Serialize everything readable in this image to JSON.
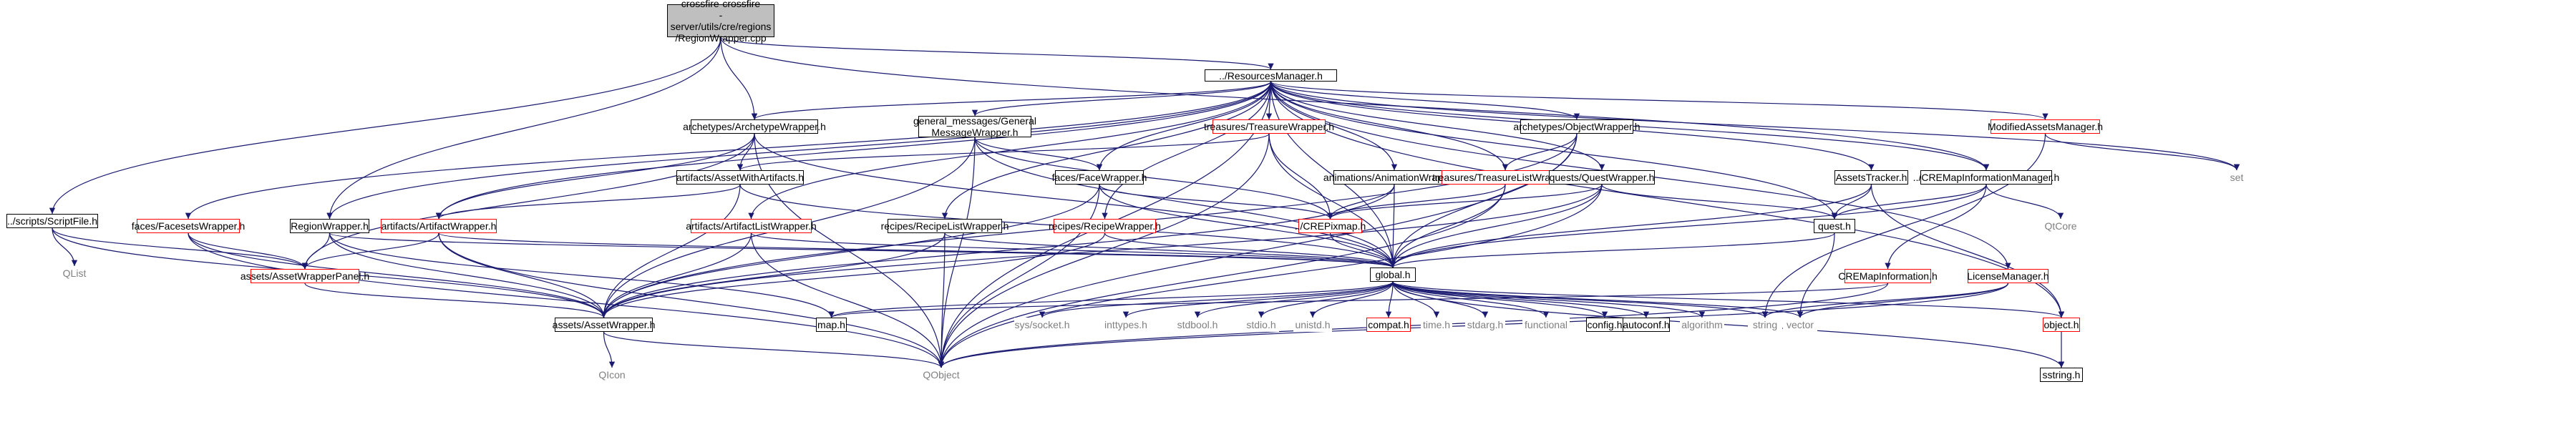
{
  "graph": {
    "title": "",
    "edge_color": "#191970",
    "nodes": [
      {
        "id": "root",
        "label": "crossfire-crossfire\n-server/utils/cre/regions\n/RegionWrapper.cpp",
        "style": "root"
      },
      {
        "id": "resmgr",
        "label": "../ResourcesManager.h",
        "style": "black"
      },
      {
        "id": "scriptfile",
        "label": "../scripts/ScriptFile.h",
        "style": "black"
      },
      {
        "id": "qlist",
        "label": "QList",
        "style": "grey"
      },
      {
        "id": "facesetsw",
        "label": "faces/FacesetsWrapper.h",
        "style": "red"
      },
      {
        "id": "archw",
        "label": "archetypes/ArchetypeWrapper.h",
        "style": "black"
      },
      {
        "id": "regionw",
        "label": "RegionWrapper.h",
        "style": "black"
      },
      {
        "id": "genmsg",
        "label": "general_messages/General\nMessageWrapper.h",
        "style": "black"
      },
      {
        "id": "assetwithart",
        "label": "artifacts/AssetWithArtifacts.h",
        "style": "black"
      },
      {
        "id": "artw",
        "label": "artifacts/ArtifactWrapper.h",
        "style": "red"
      },
      {
        "id": "artlistw",
        "label": "artifacts/ArtifactListWrapper.h",
        "style": "red"
      },
      {
        "id": "recipelistw",
        "label": "recipes/RecipeListWrapper.h",
        "style": "black"
      },
      {
        "id": "facew",
        "label": "faces/FaceWrapper.h",
        "style": "black"
      },
      {
        "id": "treasurew",
        "label": "treasures/TreasureWrapper.h",
        "style": "red"
      },
      {
        "id": "recipew",
        "label": "recipes/RecipeWrapper.h",
        "style": "red"
      },
      {
        "id": "animw",
        "label": "animations/AnimationWrapper.h",
        "style": "black"
      },
      {
        "id": "crepixmap",
        "label": "../CREPixmap.h",
        "style": "red"
      },
      {
        "id": "objw",
        "label": "archetypes/ObjectWrapper.h",
        "style": "black"
      },
      {
        "id": "tlistw",
        "label": "treasures/TreasureListWrapper.h",
        "style": "red"
      },
      {
        "id": "questw",
        "label": "quests/QuestWrapper.h",
        "style": "black"
      },
      {
        "id": "assetstracker",
        "label": "AssetsTracker.h",
        "style": "black"
      },
      {
        "id": "cremapinfomgr",
        "label": "../CREMapInformationManager.h",
        "style": "black"
      },
      {
        "id": "modassets",
        "label": "ModifiedAssetsManager.h",
        "style": "red"
      },
      {
        "id": "set",
        "label": "set",
        "style": "grey"
      },
      {
        "id": "qtcore",
        "label": "QtCore",
        "style": "grey"
      },
      {
        "id": "questh",
        "label": "quest.h",
        "style": "black"
      },
      {
        "id": "cremapinfo",
        "label": "CREMapInformation.h",
        "style": "red"
      },
      {
        "id": "licensemgr",
        "label": "LicenseManager.h",
        "style": "red"
      },
      {
        "id": "assetwpanel",
        "label": "assets/AssetWrapperPanel.h",
        "style": "red"
      },
      {
        "id": "globalh",
        "label": "global.h",
        "style": "black"
      },
      {
        "id": "assetw",
        "label": "assets/AssetWrapper.h",
        "style": "black"
      },
      {
        "id": "maph",
        "label": "map.h",
        "style": "black"
      },
      {
        "id": "syssocket",
        "label": "sys/socket.h",
        "style": "grey"
      },
      {
        "id": "inttypes",
        "label": "inttypes.h",
        "style": "grey"
      },
      {
        "id": "stdbool",
        "label": "stdbool.h",
        "style": "grey"
      },
      {
        "id": "stdio",
        "label": "stdio.h",
        "style": "grey"
      },
      {
        "id": "unistd",
        "label": "unistd.h",
        "style": "grey"
      },
      {
        "id": "compat",
        "label": "compat.h",
        "style": "red"
      },
      {
        "id": "timeh",
        "label": "time.h",
        "style": "grey"
      },
      {
        "id": "stdarg",
        "label": "stdarg.h",
        "style": "grey"
      },
      {
        "id": "functional",
        "label": "functional",
        "style": "grey"
      },
      {
        "id": "configh",
        "label": "config.h",
        "style": "black"
      },
      {
        "id": "autoconf",
        "label": "autoconf.h",
        "style": "black"
      },
      {
        "id": "algorithm",
        "label": "algorithm",
        "style": "grey"
      },
      {
        "id": "string",
        "label": "string",
        "style": "grey"
      },
      {
        "id": "vector",
        "label": "vector",
        "style": "grey"
      },
      {
        "id": "objecth",
        "label": "object.h",
        "style": "red"
      },
      {
        "id": "qicon",
        "label": "QIcon",
        "style": "grey"
      },
      {
        "id": "qobject",
        "label": "QObject",
        "style": "grey"
      },
      {
        "id": "sstring",
        "label": "sstring.h",
        "style": "black"
      }
    ],
    "edges": [
      [
        "root",
        "resmgr"
      ],
      [
        "root",
        "scriptfile"
      ],
      [
        "root",
        "regionw"
      ],
      [
        "root",
        "archw"
      ],
      [
        "root",
        "cremapinfomgr"
      ],
      [
        "scriptfile",
        "qlist"
      ],
      [
        "scriptfile",
        "assetwpanel"
      ],
      [
        "scriptfile",
        "assetw"
      ],
      [
        "resmgr",
        "facesetsw"
      ],
      [
        "resmgr",
        "archw"
      ],
      [
        "resmgr",
        "regionw"
      ],
      [
        "resmgr",
        "genmsg"
      ],
      [
        "resmgr",
        "artw"
      ],
      [
        "resmgr",
        "artlistw"
      ],
      [
        "resmgr",
        "recipelistw"
      ],
      [
        "resmgr",
        "facew"
      ],
      [
        "resmgr",
        "treasurew"
      ],
      [
        "resmgr",
        "recipew"
      ],
      [
        "resmgr",
        "animw"
      ],
      [
        "resmgr",
        "objw"
      ],
      [
        "resmgr",
        "tlistw"
      ],
      [
        "resmgr",
        "questw"
      ],
      [
        "resmgr",
        "assetstracker"
      ],
      [
        "resmgr",
        "cremapinfomgr"
      ],
      [
        "resmgr",
        "modassets"
      ],
      [
        "resmgr",
        "set"
      ],
      [
        "resmgr",
        "licensemgr"
      ],
      [
        "resmgr",
        "questh"
      ],
      [
        "resmgr",
        "globalh"
      ],
      [
        "resmgr",
        "qobject"
      ],
      [
        "resmgr",
        "objecth"
      ],
      [
        "facesetsw",
        "assetwpanel"
      ],
      [
        "facesetsw",
        "assetw"
      ],
      [
        "facesetsw",
        "qobject"
      ],
      [
        "archw",
        "assetwithart"
      ],
      [
        "archw",
        "artw"
      ],
      [
        "archw",
        "assetwpanel"
      ],
      [
        "archw",
        "qobject"
      ],
      [
        "archw",
        "globalh"
      ],
      [
        "regionw",
        "assetwpanel"
      ],
      [
        "regionw",
        "assetw"
      ],
      [
        "regionw",
        "maph"
      ],
      [
        "regionw",
        "globalh"
      ],
      [
        "genmsg",
        "facew"
      ],
      [
        "genmsg",
        "assetw"
      ],
      [
        "genmsg",
        "qobject"
      ],
      [
        "genmsg",
        "globalh"
      ],
      [
        "genmsg",
        "crepixmap"
      ],
      [
        "assetwithart",
        "artw"
      ],
      [
        "assetwithart",
        "assetw"
      ],
      [
        "assetwithart",
        "globalh"
      ],
      [
        "artw",
        "assetwpanel"
      ],
      [
        "artw",
        "assetw"
      ],
      [
        "artw",
        "qobject"
      ],
      [
        "artw",
        "globalh"
      ],
      [
        "artlistw",
        "assetw"
      ],
      [
        "artlistw",
        "qobject"
      ],
      [
        "artlistw",
        "globalh"
      ],
      [
        "recipelistw",
        "assetw"
      ],
      [
        "recipelistw",
        "qobject"
      ],
      [
        "recipelistw",
        "globalh"
      ],
      [
        "facew",
        "assetw"
      ],
      [
        "facew",
        "qobject"
      ],
      [
        "facew",
        "globalh"
      ],
      [
        "facew",
        "crepixmap"
      ],
      [
        "treasurew",
        "assetwithart"
      ],
      [
        "treasurew",
        "crepixmap"
      ],
      [
        "treasurew",
        "globalh"
      ],
      [
        "treasurew",
        "qobject"
      ],
      [
        "recipew",
        "assetw"
      ],
      [
        "recipew",
        "globalh"
      ],
      [
        "animw",
        "assetw"
      ],
      [
        "animw",
        "crepixmap"
      ],
      [
        "animw",
        "globalh"
      ],
      [
        "objw",
        "tlistw"
      ],
      [
        "objw",
        "globalh"
      ],
      [
        "objw",
        "assetw"
      ],
      [
        "objw",
        "qobject"
      ],
      [
        "tlistw",
        "crepixmap"
      ],
      [
        "tlistw",
        "globalh"
      ],
      [
        "tlistw",
        "qobject"
      ],
      [
        "questw",
        "questh"
      ],
      [
        "questw",
        "globalh"
      ],
      [
        "questw",
        "assetw"
      ],
      [
        "questw",
        "crepixmap"
      ],
      [
        "questw",
        "qobject"
      ],
      [
        "assetstracker",
        "questh"
      ],
      [
        "assetstracker",
        "globalh"
      ],
      [
        "assetstracker",
        "objecth"
      ],
      [
        "cremapinfomgr",
        "questh"
      ],
      [
        "cremapinfomgr",
        "qtcore"
      ],
      [
        "cremapinfomgr",
        "cremapinfo"
      ],
      [
        "cremapinfomgr",
        "globalh"
      ],
      [
        "modassets",
        "set"
      ],
      [
        "modassets",
        "string"
      ],
      [
        "licensemgr",
        "vector"
      ],
      [
        "licensemgr",
        "string"
      ],
      [
        "licensemgr",
        "qobject"
      ],
      [
        "questh",
        "globalh"
      ],
      [
        "questh",
        "vector"
      ],
      [
        "cremapinfo",
        "maph"
      ],
      [
        "cremapinfo",
        "qobject"
      ],
      [
        "crepixmap",
        "globalh"
      ],
      [
        "assetwpanel",
        "assetw"
      ],
      [
        "assetw",
        "qicon"
      ],
      [
        "assetw",
        "qobject"
      ],
      [
        "globalh",
        "maph"
      ],
      [
        "globalh",
        "syssocket"
      ],
      [
        "globalh",
        "inttypes"
      ],
      [
        "globalh",
        "stdbool"
      ],
      [
        "globalh",
        "stdio"
      ],
      [
        "globalh",
        "unistd"
      ],
      [
        "globalh",
        "compat"
      ],
      [
        "globalh",
        "timeh"
      ],
      [
        "globalh",
        "stdarg"
      ],
      [
        "globalh",
        "functional"
      ],
      [
        "globalh",
        "configh"
      ],
      [
        "globalh",
        "autoconf"
      ],
      [
        "globalh",
        "algorithm"
      ],
      [
        "globalh",
        "string"
      ],
      [
        "globalh",
        "vector"
      ],
      [
        "globalh",
        "objecth"
      ],
      [
        "globalh",
        "sstring"
      ],
      [
        "objecth",
        "sstring"
      ]
    ]
  }
}
